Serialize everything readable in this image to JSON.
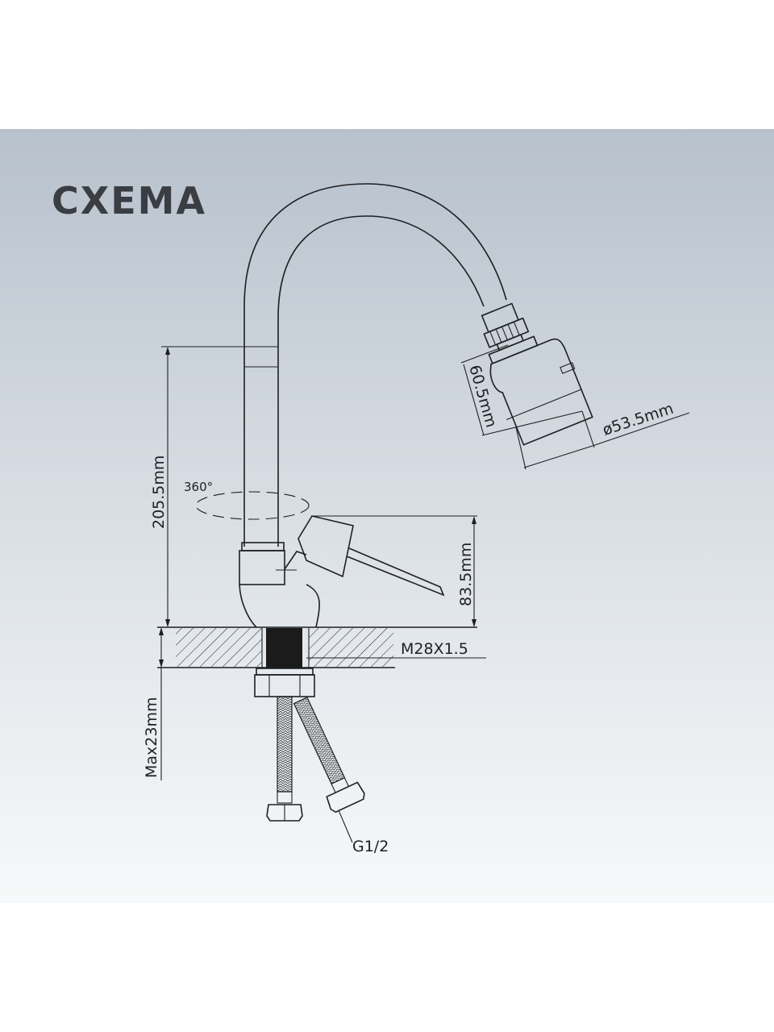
{
  "title": "СХЕМА",
  "dimensions": {
    "spout_height": "205.5mm",
    "rotation": "360°",
    "lever_height": "83.5mm",
    "thread": "M28X1.5",
    "max_countertop": "Max23mm",
    "aerator_height": "60.5mm",
    "aerator_diameter": "ø53.5mm",
    "hose_connection": "G1/2"
  }
}
